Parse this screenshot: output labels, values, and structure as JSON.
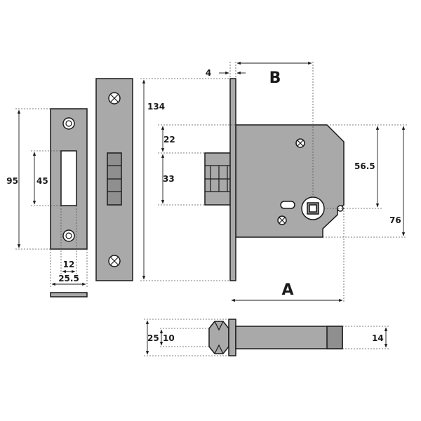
{
  "dimensions": {
    "d95": "95",
    "d45": "45",
    "d12": "12",
    "d25_5": "25.5",
    "d134": "134",
    "d4": "4",
    "dB": "B",
    "d22": "22",
    "d33": "33",
    "d56_5": "56.5",
    "d76": "76",
    "dA": "A",
    "d25": "25",
    "d10": "10",
    "d14": "14"
  }
}
